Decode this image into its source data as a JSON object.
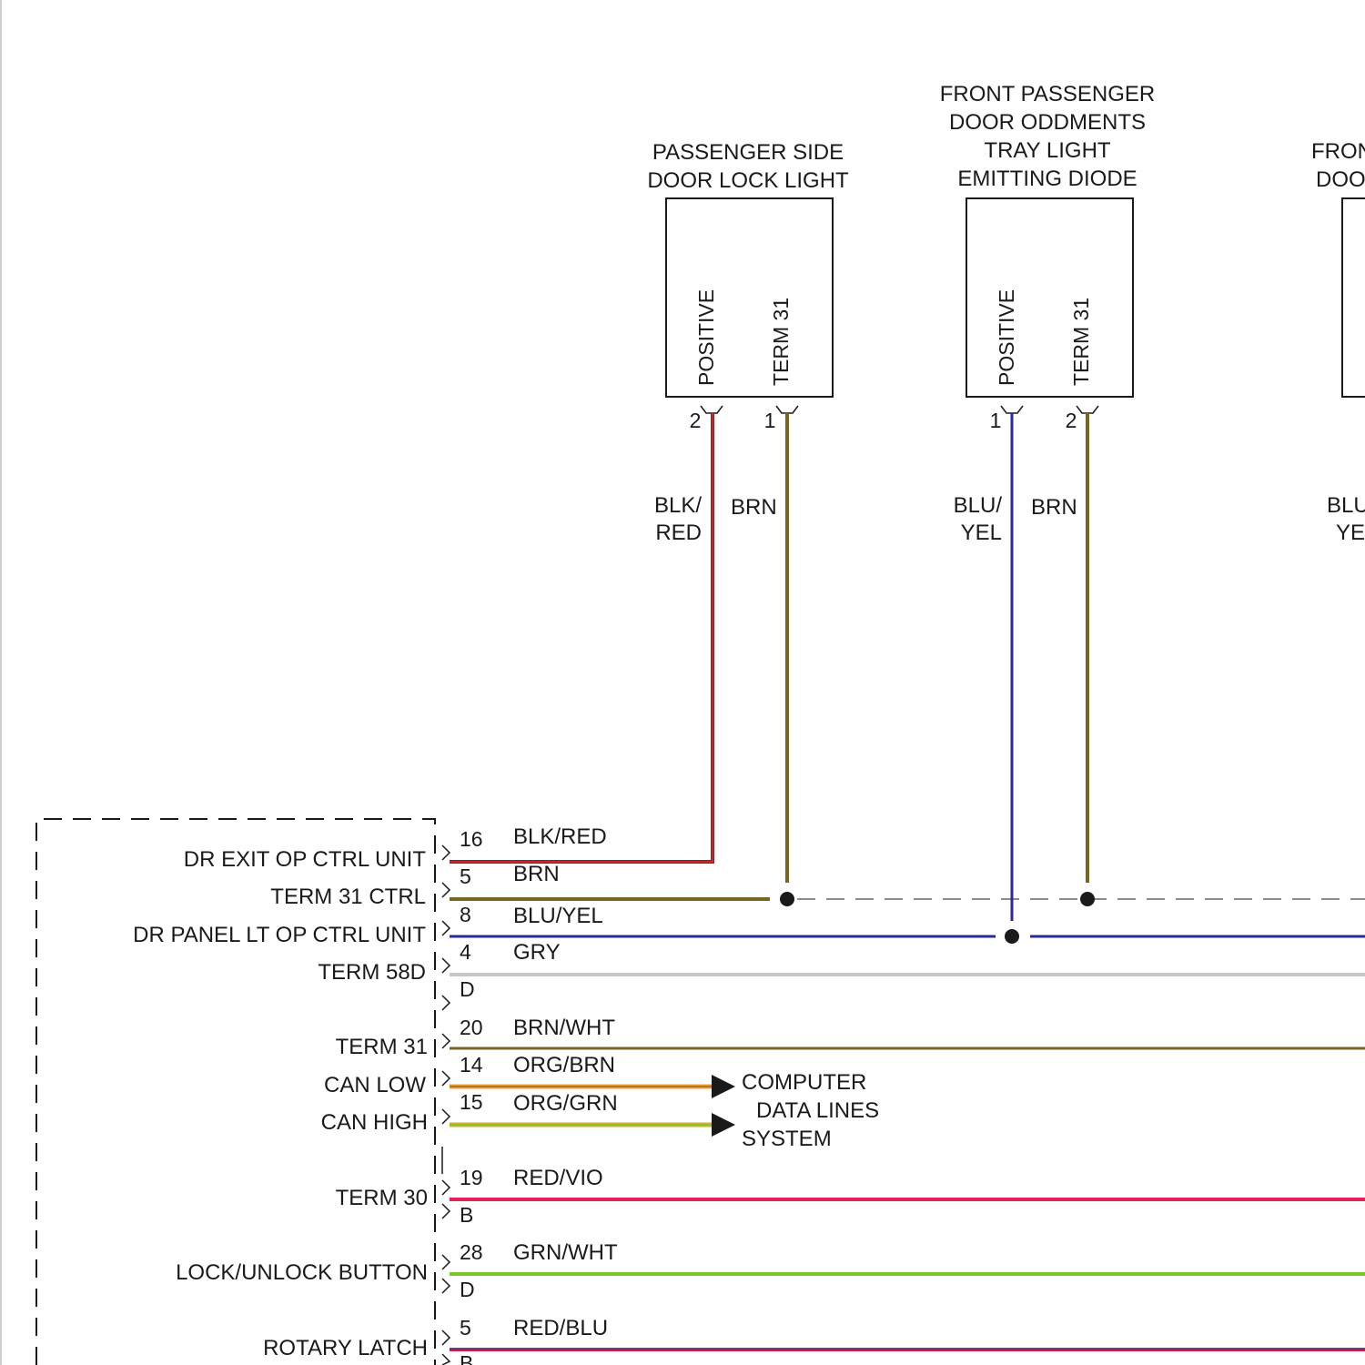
{
  "components": {
    "passenger_lock_light": {
      "title_line1": "PASSENGER SIDE",
      "title_line2": "DOOR LOCK LIGHT",
      "pin_a_label": "POSITIVE",
      "pin_b_label": "TERM 31",
      "pin_a_number": "2",
      "pin_b_number": "1",
      "wire_a_line1": "BLK/",
      "wire_a_line2": "RED",
      "wire_b": "BRN"
    },
    "tray_light_diode": {
      "title_line1": "FRONT PASSENGER",
      "title_line2": "DOOR ODDMENTS",
      "title_line3": "TRAY LIGHT",
      "title_line4": "EMITTING DIODE",
      "pin_a_label": "POSITIVE",
      "pin_b_label": "TERM 31",
      "pin_a_number": "1",
      "pin_b_number": "2",
      "wire_a_line1": "BLU/",
      "wire_a_line2": "YEL",
      "wire_b": "BRN"
    },
    "partial_right": {
      "title_line1": "FRON",
      "title_line2": "DOO",
      "wire_line1": "BLU",
      "wire_line2": "YE"
    }
  },
  "control_unit": {
    "labels": [
      "DR EXIT OP CTRL UNIT",
      "TERM 31 CTRL",
      "DR PANEL LT OP CTRL UNIT",
      "TERM 58D",
      "TERM 31",
      "CAN LOW",
      "CAN HIGH",
      "TERM 30",
      "LOCK/UNLOCK BUTTON",
      "ROTARY LATCH"
    ],
    "pins": [
      {
        "pin": "16",
        "wire": "BLK/RED"
      },
      {
        "pin": "5",
        "wire": "BRN"
      },
      {
        "pin": "8",
        "wire": "BLU/YEL"
      },
      {
        "pin": "4",
        "wire": "GRY"
      },
      {
        "pin": "20",
        "wire": "BRN/WHT"
      },
      {
        "pin": "14",
        "wire": "ORG/BRN"
      },
      {
        "pin": "15",
        "wire": "ORG/GRN"
      },
      {
        "pin": "19",
        "wire": "RED/VIO"
      },
      {
        "pin": "28",
        "wire": "GRN/WHT"
      },
      {
        "pin": "5",
        "wire": "RED/BLU"
      }
    ],
    "connector_letters": [
      "D",
      "B",
      "D",
      "B"
    ]
  },
  "data_lines_label": {
    "line1": "COMPUTER",
    "line2": "DATA LINES",
    "line3": "SYSTEM"
  },
  "colors": {
    "brown": "#7a6424",
    "red": "#e0242c",
    "blue": "#2a2aa0",
    "gray": "#c6c6c6",
    "orange": "#f0a030",
    "green": "#7ac62a",
    "pink_red": "#e8205a",
    "black": "#1a1a1a"
  }
}
